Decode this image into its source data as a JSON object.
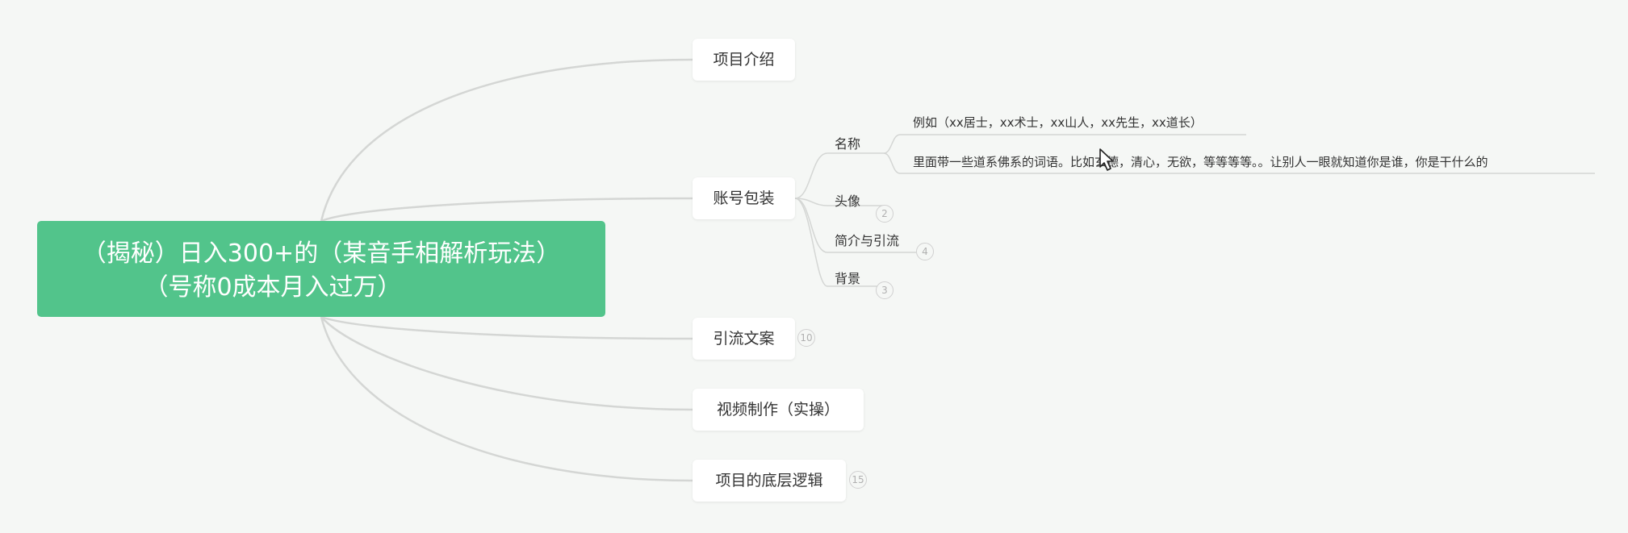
{
  "central": {
    "line1": "（揭秘）日入300+的（某音手相解析玩法）",
    "line2": "（号称0成本月入过万）"
  },
  "branches": [
    {
      "label": "项目介绍"
    },
    {
      "label": "账号包装"
    },
    {
      "label": "引流文案",
      "badge": "10"
    },
    {
      "label": "视频制作（实操）"
    },
    {
      "label": "项目的底层逻辑",
      "badge": "15"
    }
  ],
  "account": {
    "name": {
      "label": "名称",
      "examples": [
        "例如（xx居士，xx术士，xx山人，xx先生，xx道长）",
        "里面带一些道系佛系的词语。比如玄德，清心，无欲，等等等等。。让别人一眼就知道你是谁，你是干什么的"
      ]
    },
    "avatar": {
      "label": "头像",
      "badge": "2"
    },
    "intro": {
      "label": "简介与引流",
      "badge": "4"
    },
    "background": {
      "label": "背景",
      "badge": "3"
    }
  },
  "colors": {
    "central_fill": "#52c48b",
    "connector": "#d4d6d4",
    "background": "#f5f7f5"
  }
}
